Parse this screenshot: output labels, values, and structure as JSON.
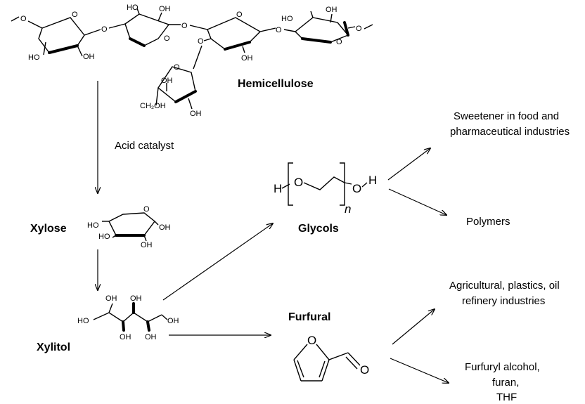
{
  "labels": {
    "hemicellulose": "Hemicellulose",
    "acid_catalyst": "Acid catalyst",
    "xylose": "Xylose",
    "xylitol": "Xylitol",
    "glycols": "Glycols",
    "furfural": "Furfural",
    "sweetener_line1": "Sweetener in food and",
    "sweetener_line2": "pharmaceutical industries",
    "polymers": "Polymers",
    "agri_line1": "Agricultural, plastics, oil",
    "agri_line2": "refinery industries",
    "furfuryl_line1": "Furfuryl alcohol,",
    "furfuryl_line2": "furan,",
    "furfuryl_line3": "THF"
  },
  "atoms": {
    "O": "O",
    "HO": "HO",
    "OH": "OH",
    "CH2OH": "CH₂OH",
    "H": "H",
    "n": "n"
  }
}
